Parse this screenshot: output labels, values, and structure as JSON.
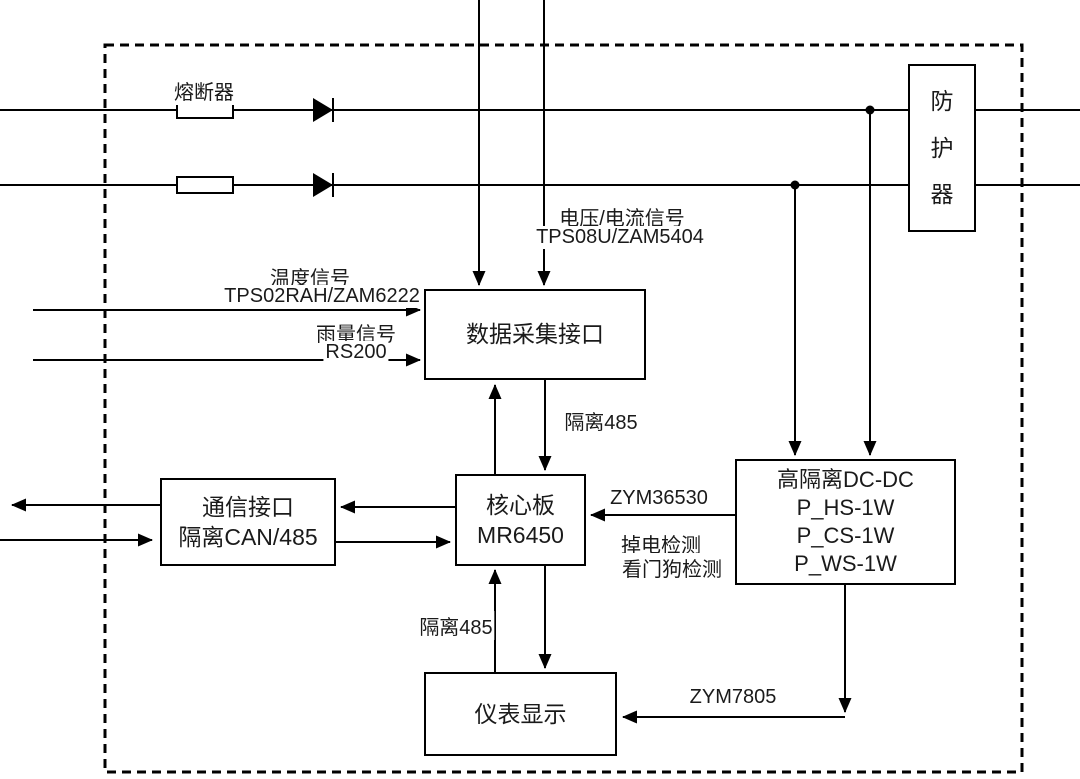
{
  "colors": {
    "line": "#000000",
    "background": "#ffffff"
  },
  "boxes": {
    "daq": {
      "label": "数据采集接口"
    },
    "core": {
      "title": "核心板",
      "model": "MR6450"
    },
    "comm": {
      "title": "通信接口",
      "subtitle": "隔离CAN/485"
    },
    "dcdc": {
      "title": "高隔离DC-DC",
      "module1": "P_HS-1W",
      "module2": "P_CS-1W",
      "module3": "P_WS-1W"
    },
    "display": {
      "label": "仪表显示"
    },
    "protector": {
      "char1": "防",
      "char2": "护",
      "char3": "器"
    }
  },
  "labels": {
    "fuse": "熔断器",
    "voltage_signal": "电压/电流信号",
    "voltage_model": "TPS08U/ZAM5404",
    "temp_signal": "温度信号",
    "temp_model": "TPS02RAH/ZAM6222",
    "rain_signal": "雨量信号",
    "rain_model": "RS200",
    "iso485_top": "隔离485",
    "iso485_bottom": "隔离485",
    "dcdc_to_core_model": "ZYM36530",
    "power_down_detect": "掉电检测",
    "watchdog_detect": "看门狗检测",
    "display_power_model": "ZYM7805"
  }
}
